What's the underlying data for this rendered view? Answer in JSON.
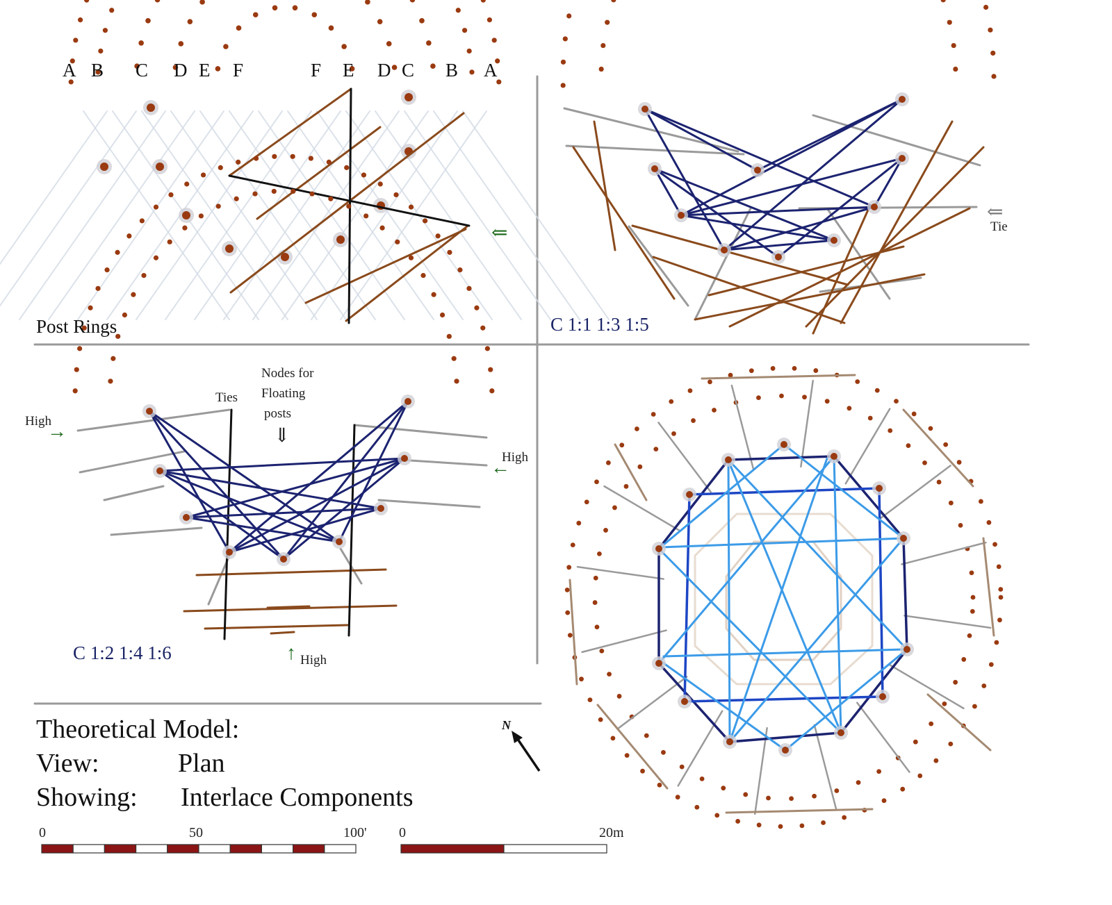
{
  "ring_letters_left": [
    "A",
    "B",
    "C",
    "D",
    "E",
    "F"
  ],
  "ring_letters_right": [
    "F",
    "E",
    "D",
    "C",
    "B",
    "A"
  ],
  "panels": {
    "top_left": {
      "title": "Post Rings"
    },
    "top_right": {
      "title": "C 1:1 1:3 1:5",
      "tie_label": "Tie"
    },
    "bottom_left": {
      "title": "C 1:2 1:4 1:6",
      "ties_label": "Ties",
      "nodes_label": [
        "Nodes for",
        "Floating",
        "posts"
      ],
      "high_left": "High",
      "high_right": "High",
      "high_bottom": "High"
    }
  },
  "legend": {
    "model_label": "Theoretical Model:",
    "view_label": "View:",
    "view_value": "Plan",
    "showing_label": "Showing:",
    "showing_value": "Interlace Components"
  },
  "scale_feet": {
    "start": "0",
    "mid": "50",
    "end": "100'"
  },
  "scale_meters": {
    "start": "0",
    "end": "20m"
  },
  "north_label": "N",
  "colors": {
    "brown": "#8a4a1c",
    "post": "#9a3a10",
    "navy": "#1c2370",
    "blue_dark": "#1d46c4",
    "blue_light": "#3c9be8",
    "gray_line": "#9a9a9a",
    "tan": "#a58a72",
    "divider": "#9a9a9a"
  }
}
